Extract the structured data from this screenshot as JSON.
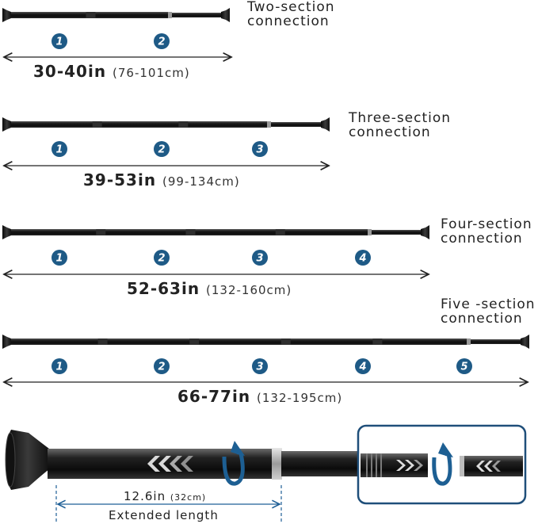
{
  "rows": [
    {
      "label": "Two-section connection",
      "label_lines": [
        "Two-section",
        "connection"
      ],
      "length_in": "30-40in",
      "length_cm": "(76-101cm)",
      "badges": [
        "1",
        "2"
      ]
    },
    {
      "label": "Three-section connection",
      "label_lines": [
        "Three-section",
        "connection"
      ],
      "length_in": "39-53in",
      "length_cm": "(99-134cm)",
      "badges": [
        "1",
        "2",
        "3"
      ]
    },
    {
      "label": "Four-section connection",
      "label_lines": [
        "Four-section",
        "connection"
      ],
      "length_in": "52-63in",
      "length_cm": "(132-160cm)",
      "badges": [
        "1",
        "2",
        "3",
        "4"
      ]
    },
    {
      "label": "Five -section connection",
      "label_lines": [
        "Five -section",
        "connection"
      ],
      "length_in": "66-77in",
      "length_cm": "(132-195cm)",
      "badges": [
        "1",
        "2",
        "3",
        "4",
        "5"
      ]
    }
  ],
  "detail": {
    "extension_in": "12.6in",
    "extension_cm": "(32cm)",
    "caption": "Extended length"
  },
  "colors": {
    "badge_blue": "#1e5a86",
    "rod_black": "#1c1c1c",
    "inset_border": "#1f4f7a",
    "arrow_blue": "#1d5f93"
  },
  "icons": [
    "chevron-arrows-icon",
    "rotate-arrow-icon"
  ]
}
